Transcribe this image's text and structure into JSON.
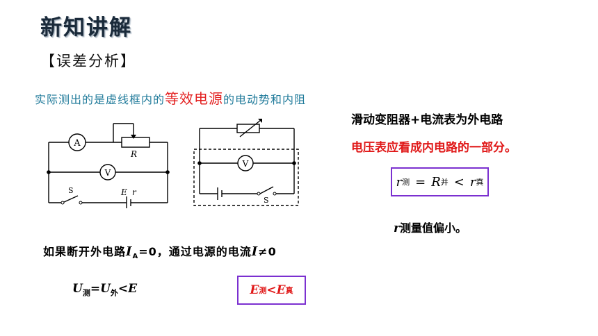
{
  "header": {
    "title": "新知讲解"
  },
  "section": {
    "label": "【误差分析】"
  },
  "intro": {
    "prefix": "实际测出的是虚线框内的",
    "highlight": "等效电源",
    "suffix": "的电动势和内阻"
  },
  "right": {
    "line1": "滑动变阻器+电流表为外电路",
    "line2": "电压表应看成内电路的一部分。",
    "formula1": {
      "r": "r",
      "sub_measured": "测",
      "eq": "=",
      "R": "R",
      "sub_parallel": "并",
      "lt": "<",
      "r2": "r",
      "sub_true": "真"
    },
    "conclusion": {
      "var": "r",
      "text": "测量值偏小。"
    }
  },
  "left": {
    "condition": {
      "prefix": "如果断开外电路",
      "var": "I",
      "sub": "A",
      "mid": "=0，通过电源的电流",
      "var2": "I",
      "suffix": "≠0"
    },
    "formula2": {
      "U1": "U",
      "sub1": "测",
      "eq": "=",
      "U2": "U",
      "sub2": "外",
      "lt": "<",
      "E": "E"
    },
    "formula3": {
      "E1": "E",
      "sub1": "测",
      "lt": "<",
      "E2": "E",
      "sub2": "真"
    }
  },
  "circuit1": {
    "ammeter": "A",
    "voltmeter": "V",
    "resistor": "R",
    "switch": "S",
    "emf": "E",
    "internal": "r"
  },
  "circuit2": {
    "voltmeter": "V",
    "switch": "S"
  }
}
